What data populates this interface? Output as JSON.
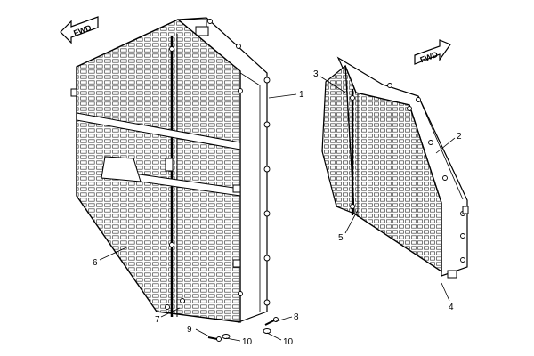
{
  "arrows": {
    "left": {
      "label": "FWD",
      "icon": "fwd-arrow-icon"
    },
    "right": {
      "label": "FWD",
      "icon": "fwd-arrow-icon"
    }
  },
  "callouts": {
    "c1": "1",
    "c2": "2",
    "c3": "3",
    "c4": "4",
    "c5": "5",
    "c6": "6",
    "c7": "7",
    "c8": "8",
    "c9": "9",
    "c10a": "10",
    "c10b": "10"
  },
  "colors": {
    "line": "#000000",
    "background": "#ffffff",
    "mesh": "#555555"
  }
}
